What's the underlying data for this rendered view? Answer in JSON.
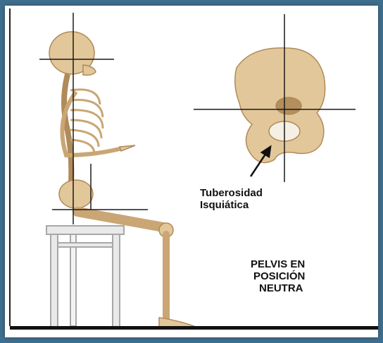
{
  "colors": {
    "frame": "#3f6f8f",
    "bone": "#e2c79a",
    "bone_shadow": "#b08a58",
    "lines": "#1a1a1a",
    "stool": "#c9c9c9"
  },
  "labels": {
    "tuberosity": [
      "Tuberosidad",
      "Isquiática"
    ],
    "caption": [
      "PELVIS EN",
      "POSICIÓN",
      "NEUTRA"
    ]
  },
  "icons": {
    "skeleton": "seated-skeleton-illustration",
    "pelvis": "pelvis-bone-illustration",
    "stool": "stool-illustration",
    "arrow": "arrow-pointer-icon"
  }
}
